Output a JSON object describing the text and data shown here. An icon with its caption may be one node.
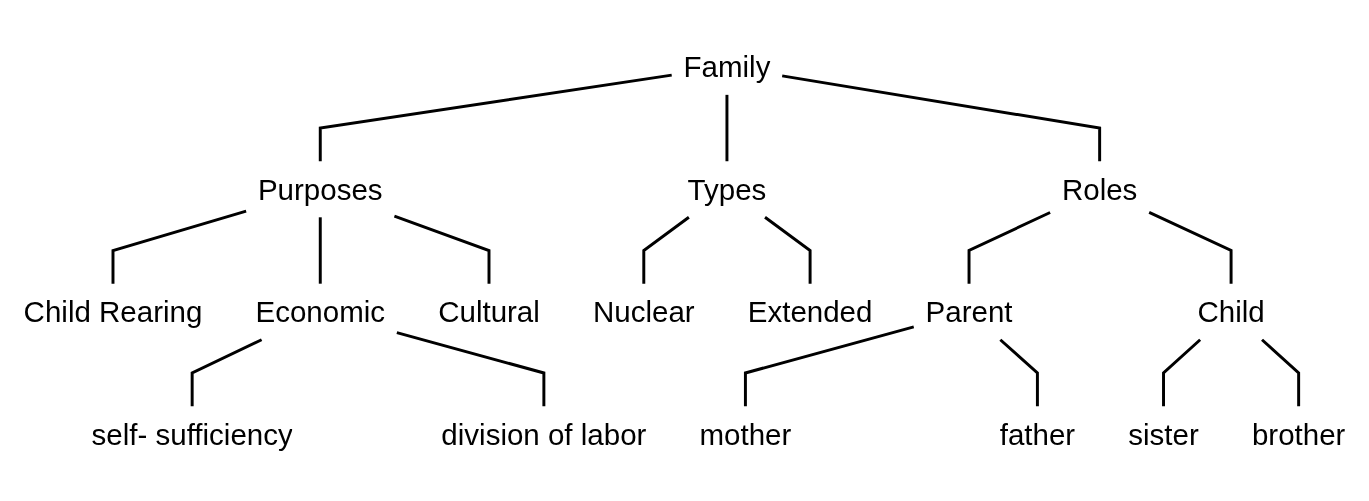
{
  "diagram": {
    "nodes": [
      {
        "text": [
          "Family"
        ]
      },
      {
        "text": [
          "Purposes"
        ]
      },
      {
        "text": [
          "Types"
        ]
      },
      {
        "text": [
          "Roles"
        ]
      },
      {
        "text": [
          "Child Rearing"
        ]
      },
      {
        "text": [
          "Economic"
        ]
      },
      {
        "text": [
          "Cultural"
        ]
      },
      {
        "text": [
          "Nuclear"
        ]
      },
      {
        "text": [
          "Extended"
        ]
      },
      {
        "text": [
          "Parent"
        ]
      },
      {
        "text": [
          "Child"
        ]
      },
      {
        "text": [
          "self- sufficiency"
        ]
      },
      {
        "text": [
          "division of labor"
        ]
      },
      {
        "text": [
          "mother"
        ]
      },
      {
        "text": [
          "father"
        ]
      },
      {
        "text": [
          "sister"
        ]
      },
      {
        "text": [
          "brother"
        ]
      }
    ],
    "edges": [
      {
        "from": 0,
        "to": 1,
        "arrow": "none"
      },
      {
        "from": 0,
        "to": 2,
        "arrow": "none"
      },
      {
        "from": 0,
        "to": 3,
        "arrow": "none"
      },
      {
        "from": 1,
        "to": 4,
        "arrow": "none"
      },
      {
        "from": 1,
        "to": 5,
        "arrow": "none"
      },
      {
        "from": 1,
        "to": 6,
        "arrow": "none"
      },
      {
        "from": 2,
        "to": 7,
        "arrow": "none"
      },
      {
        "from": 2,
        "to": 8,
        "arrow": "none"
      },
      {
        "from": 3,
        "to": 9,
        "arrow": "none"
      },
      {
        "from": 3,
        "to": 10,
        "arrow": "none"
      },
      {
        "from": 5,
        "to": 11,
        "arrow": "none"
      },
      {
        "from": 5,
        "to": 12,
        "arrow": "none"
      },
      {
        "from": 9,
        "to": 13,
        "arrow": "none"
      },
      {
        "from": 9,
        "to": 14,
        "arrow": "none"
      },
      {
        "from": 10,
        "to": 15,
        "arrow": "none"
      },
      {
        "from": 10,
        "to": 16,
        "arrow": "none"
      }
    ]
  }
}
